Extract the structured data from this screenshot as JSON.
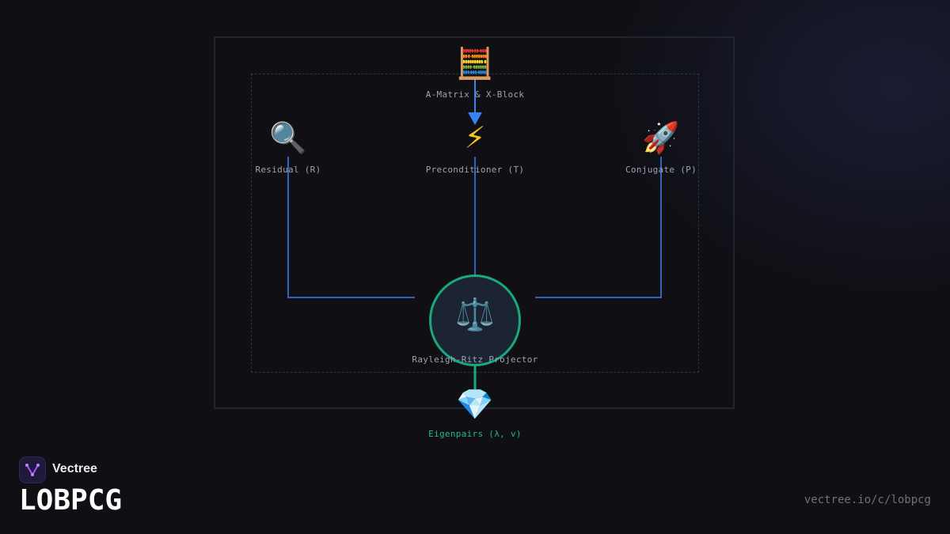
{
  "brand": {
    "name": "Vectree",
    "logo_icon": "vectree-logo-icon"
  },
  "title": "LOBPCG",
  "url": "vectree.io/c/lobpcg",
  "colors": {
    "background": "#0f0f14",
    "wire": "#3b82f6",
    "accent": "#18a97c",
    "projector_fill": "#1c2433"
  },
  "diagram": {
    "nodes": {
      "input": {
        "label": "A-Matrix & X-Block",
        "icon": "abacus-icon",
        "glyph": "🧮"
      },
      "residual": {
        "label": "Residual (R)",
        "icon": "magnifier-icon",
        "glyph": "🔍"
      },
      "preconditioner": {
        "label": "Preconditioner (T)",
        "icon": "lightning-icon",
        "glyph": "⚡"
      },
      "conjugate": {
        "label": "Conjugate (P)",
        "icon": "rocket-icon",
        "glyph": "🚀"
      },
      "projector": {
        "label": "Rayleigh-Ritz Projector",
        "icon": "scales-icon",
        "glyph": "⚖️"
      },
      "output": {
        "label": "Eigenpairs (λ, v)",
        "icon": "gem-icon",
        "glyph": "💎"
      }
    }
  }
}
